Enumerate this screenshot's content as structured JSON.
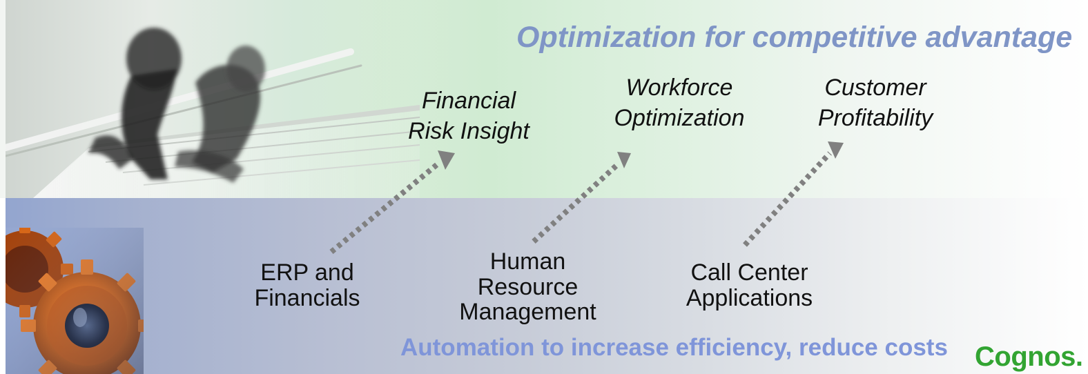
{
  "headline": "Optimization for competitive advantage",
  "footer": "Automation to increase efficiency, reduce costs",
  "brand": "Cognos.",
  "top_items": [
    {
      "line1": "Financial",
      "line2": "Risk Insight"
    },
    {
      "line1": "Workforce",
      "line2": "Optimization"
    },
    {
      "line1": "Customer",
      "line2": "Profitability"
    }
  ],
  "bottom_items": [
    {
      "line1": "ERP and",
      "line2": "Financials",
      "line3": ""
    },
    {
      "line1": "Human",
      "line2": "Resource",
      "line3": "Management"
    },
    {
      "line1": "Call Center",
      "line2": "Applications",
      "line3": ""
    }
  ],
  "colors": {
    "headline": "#7f95c6",
    "footer": "#7f95d9",
    "brand": "#32a432",
    "arrow": "#808080"
  }
}
